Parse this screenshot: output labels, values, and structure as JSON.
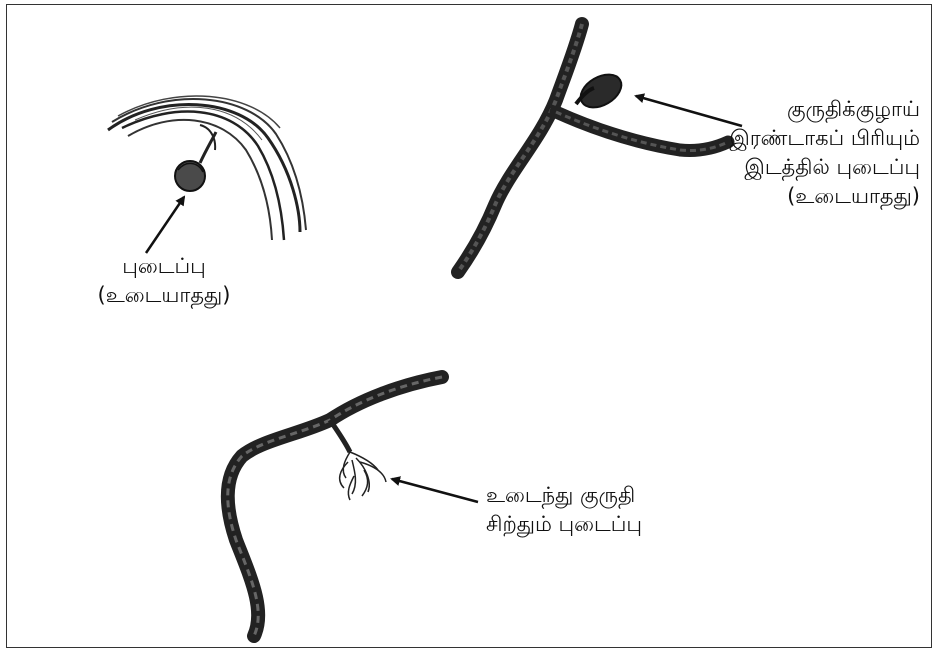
{
  "labels": {
    "aneurysm_1": {
      "line1": "புடைப்பு",
      "line2": "(உடையாதது)"
    },
    "aneurysm_2": {
      "line1": "குருதிக்குழாய்",
      "line2": "இரண்டாகப் பிரியும்",
      "line3": "இடத்தில் புடைப்பு",
      "line4": "(உடையாதது)"
    },
    "aneurysm_3": {
      "line1": "உடைந்து குருதி",
      "line2": "சிற்தும் புடைப்பு"
    }
  },
  "colors": {
    "ink": "#1a1a1a",
    "vessel_fill": "#3a3a3a",
    "background": "#ffffff"
  }
}
